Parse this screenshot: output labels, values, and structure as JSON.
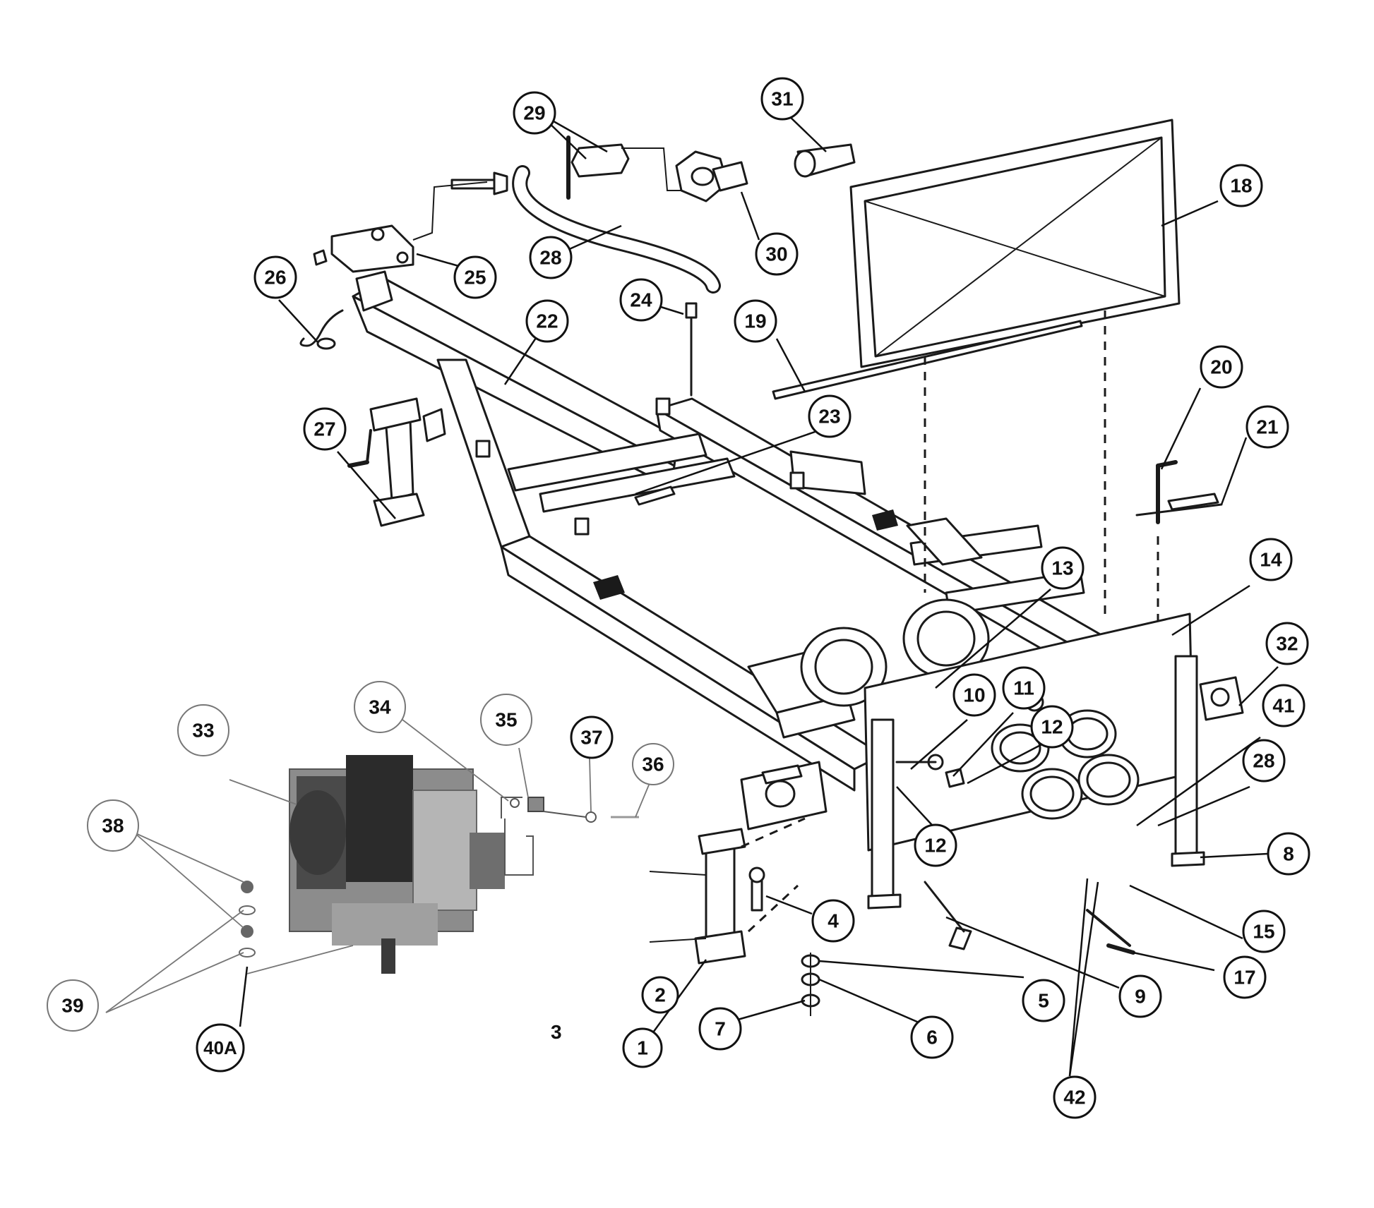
{
  "callouts": [
    {
      "id": "1",
      "label": "1"
    },
    {
      "id": "2",
      "label": "2"
    },
    {
      "id": "3",
      "label": "3"
    },
    {
      "id": "4",
      "label": "4"
    },
    {
      "id": "5",
      "label": "5"
    },
    {
      "id": "6",
      "label": "6"
    },
    {
      "id": "7",
      "label": "7"
    },
    {
      "id": "8",
      "label": "8"
    },
    {
      "id": "9",
      "label": "9"
    },
    {
      "id": "10",
      "label": "10"
    },
    {
      "id": "11",
      "label": "11"
    },
    {
      "id": "12a",
      "label": "12"
    },
    {
      "id": "12b",
      "label": "12"
    },
    {
      "id": "13",
      "label": "13"
    },
    {
      "id": "14",
      "label": "14"
    },
    {
      "id": "15",
      "label": "15"
    },
    {
      "id": "17",
      "label": "17"
    },
    {
      "id": "18",
      "label": "18"
    },
    {
      "id": "19",
      "label": "19"
    },
    {
      "id": "20",
      "label": "20"
    },
    {
      "id": "21",
      "label": "21"
    },
    {
      "id": "22",
      "label": "22"
    },
    {
      "id": "23",
      "label": "23"
    },
    {
      "id": "24",
      "label": "24"
    },
    {
      "id": "25",
      "label": "25"
    },
    {
      "id": "26",
      "label": "26"
    },
    {
      "id": "27",
      "label": "27"
    },
    {
      "id": "28a",
      "label": "28"
    },
    {
      "id": "28b",
      "label": "28"
    },
    {
      "id": "29",
      "label": "29"
    },
    {
      "id": "30",
      "label": "30"
    },
    {
      "id": "31",
      "label": "31"
    },
    {
      "id": "32",
      "label": "32"
    },
    {
      "id": "33",
      "label": "33"
    },
    {
      "id": "34",
      "label": "34"
    },
    {
      "id": "35",
      "label": "35"
    },
    {
      "id": "36",
      "label": "36"
    },
    {
      "id": "37",
      "label": "37"
    },
    {
      "id": "38",
      "label": "38"
    },
    {
      "id": "39",
      "label": "39"
    },
    {
      "id": "40A",
      "label": "40A"
    },
    {
      "id": "41",
      "label": "41"
    },
    {
      "id": "42",
      "label": "42"
    }
  ]
}
